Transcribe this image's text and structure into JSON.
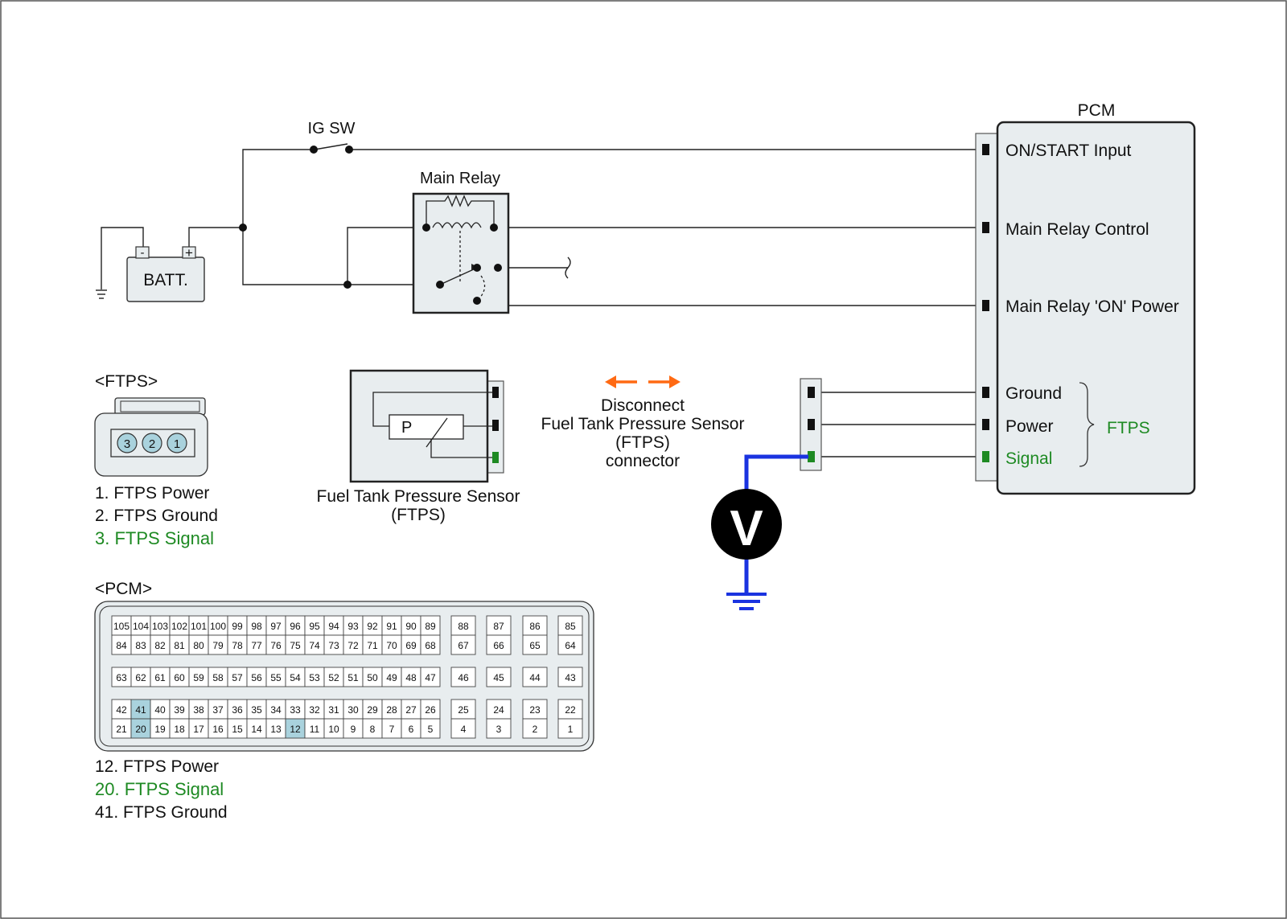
{
  "colors": {
    "signal_green": "#1e8a23",
    "probe_blue": "#1a33e0",
    "arrow_orange": "#ff6a13",
    "box_fill": "#e8edef",
    "highlight_pin": "#a9d2dd"
  },
  "circuit": {
    "ig_sw_label": "IG SW",
    "battery_label": "BATT.",
    "battery_minus": "-",
    "battery_plus": "+",
    "main_relay_label": "Main Relay"
  },
  "pcm": {
    "title": "PCM",
    "terminals": [
      "ON/START Input",
      "Main Relay Control",
      "Main Relay 'ON' Power"
    ],
    "ftps_terminals": {
      "ground": "Ground",
      "power": "Power",
      "signal": "Signal"
    },
    "group_label": "FTPS"
  },
  "ftps_connector": {
    "title": "<FTPS>",
    "pins": [
      "3",
      "2",
      "1"
    ],
    "legend": [
      "1. FTPS Power",
      "2. FTPS Ground",
      "3. FTPS Signal"
    ]
  },
  "sensor": {
    "element_label": "P",
    "caption_line1": "Fuel Tank Pressure Sensor",
    "caption_line2": "(FTPS)"
  },
  "disconnect_note": {
    "line1": "Disconnect",
    "line2": "Fuel Tank Pressure Sensor",
    "line3": "(FTPS)",
    "line4": "connector"
  },
  "voltmeter": {
    "label": "V"
  },
  "pcm_connector": {
    "title": "<PCM>",
    "rows": [
      [
        "105",
        "104",
        "103",
        "102",
        "101",
        "100",
        "99",
        "98",
        "97",
        "96",
        "95",
        "94",
        "93",
        "92",
        "91",
        "90",
        "89"
      ],
      [
        "84",
        "83",
        "82",
        "81",
        "80",
        "79",
        "78",
        "77",
        "76",
        "75",
        "74",
        "73",
        "72",
        "71",
        "70",
        "69",
        "68"
      ],
      [
        "63",
        "62",
        "61",
        "60",
        "59",
        "58",
        "57",
        "56",
        "55",
        "54",
        "53",
        "52",
        "51",
        "50",
        "49",
        "48",
        "47"
      ],
      [
        "42",
        "41",
        "40",
        "39",
        "38",
        "37",
        "36",
        "35",
        "34",
        "33",
        "32",
        "31",
        "30",
        "29",
        "28",
        "27",
        "26"
      ],
      [
        "21",
        "20",
        "19",
        "18",
        "17",
        "16",
        "15",
        "14",
        "13",
        "12",
        "11",
        "10",
        "9",
        "8",
        "7",
        "6",
        "5"
      ]
    ],
    "singles": [
      [
        "88",
        "87",
        "86",
        "85"
      ],
      [
        "67",
        "66",
        "65",
        "64"
      ],
      [
        "46",
        "45",
        "44",
        "43"
      ],
      [
        "25",
        "24",
        "23",
        "22"
      ],
      [
        "4",
        "3",
        "2",
        "1"
      ]
    ],
    "highlighted": [
      "41",
      "20",
      "12"
    ],
    "legend": [
      "12. FTPS Power",
      "20. FTPS Signal",
      "41. FTPS Ground"
    ]
  }
}
